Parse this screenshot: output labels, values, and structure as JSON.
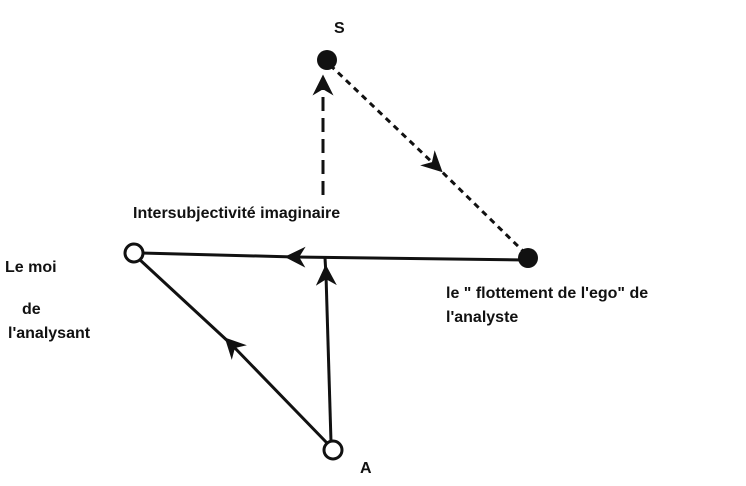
{
  "labels": {
    "s": "S",
    "a": "A",
    "intersubjectivity": "Intersubjectivité imaginaire",
    "moi_line1": "Le moi",
    "moi_line2": "de",
    "moi_line3": "l'analysant",
    "ego_line1": "le \" flottement de l'ego\" de",
    "ego_line2": "l'analyste"
  },
  "colors": {
    "ink": "#111111",
    "background": "#ffffff"
  }
}
